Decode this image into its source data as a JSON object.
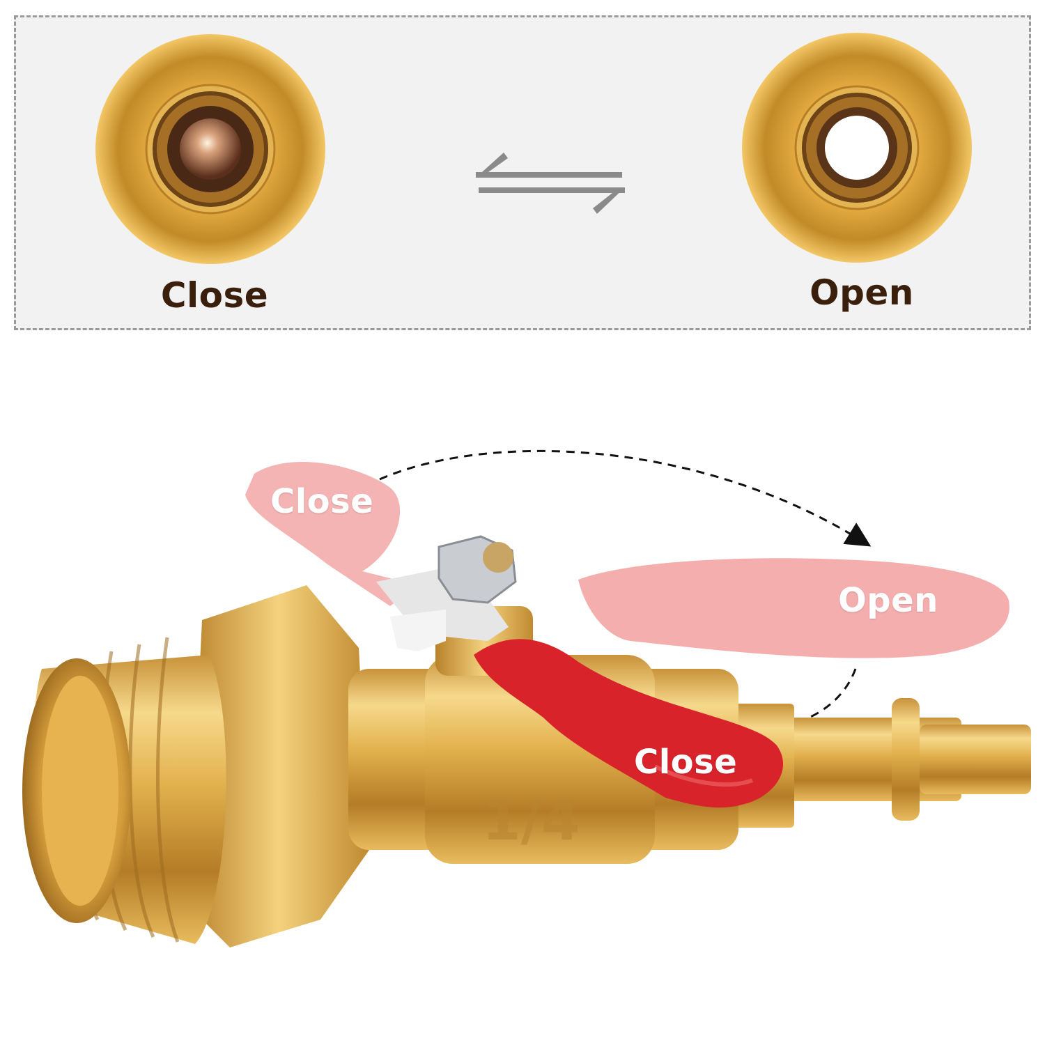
{
  "comparison": {
    "closed_label": "Close",
    "open_label": "Open"
  },
  "valve": {
    "handle_top_label": "Close",
    "handle_right_label": "Open",
    "handle_active_label": "Close",
    "body_marking": "1/4"
  },
  "icons": {
    "swap": "swap-arrows-icon",
    "rotation": "rotation-arrow-icon"
  },
  "colors": {
    "brass": "#d9a441",
    "handle_red": "#d2202a",
    "handle_ghost": "#f0a8a8",
    "label_brown": "#3a1f0d"
  }
}
